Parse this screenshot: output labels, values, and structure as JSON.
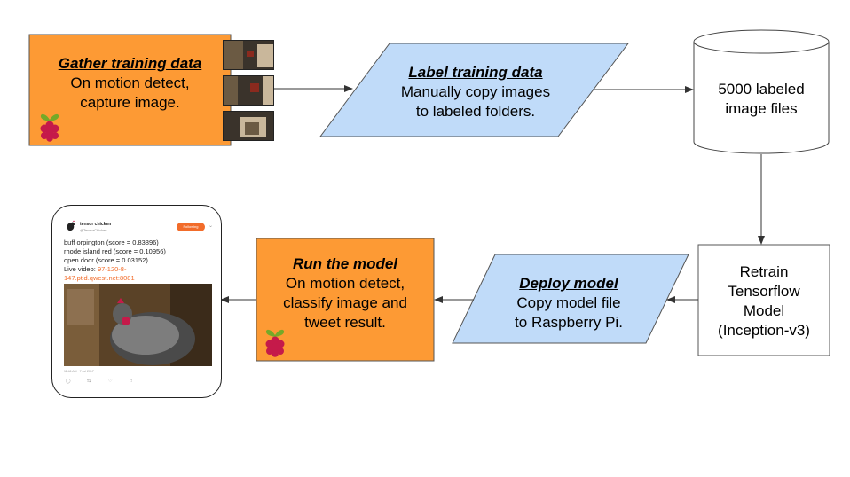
{
  "gather": {
    "title": "Gather training data",
    "line1": "On motion detect,",
    "line2": "capture image."
  },
  "label": {
    "title": "Label training data",
    "line1": "Manually copy images",
    "line2": "to labeled folders."
  },
  "storage": {
    "line1": "5000 labeled",
    "line2": "image files"
  },
  "retrain": {
    "line1": "Retrain",
    "line2": "Tensorflow",
    "line3": "Model",
    "line4": "(Inception-v3)"
  },
  "deploy": {
    "title": "Deploy model",
    "line1": "Copy model file",
    "line2": "to Raspberry Pi."
  },
  "run": {
    "title": "Run the model",
    "line1": "On motion detect,",
    "line2": "classify image and",
    "line3": "tweet result."
  },
  "tweet": {
    "account_name": "tensor chicken",
    "handle": "@TensorChicken",
    "follow_label": "Following",
    "results": [
      "buff orpington (score = 0.83896)",
      "rhode island red (score = 0.10956)",
      "open door (score = 0.03152)"
    ],
    "live_video_label": "Live video:",
    "live_video_link_part1": "97-120-8-",
    "live_video_link_part2": "147.ptld.qwest.net:8081",
    "meta": "11:46 AM · 7 Jul 2017"
  },
  "colors": {
    "orange_box": "#fd9a34",
    "blue_box": "#c0dbf9",
    "link_orange": "#f26c2a",
    "raspberry_red": "#c51a4a",
    "leaf_green": "#75a928"
  },
  "icons": [
    "raspberry-pi-logo",
    "chicken-avatar",
    "reply-icon",
    "retweet-icon",
    "like-icon",
    "share-icon"
  ]
}
